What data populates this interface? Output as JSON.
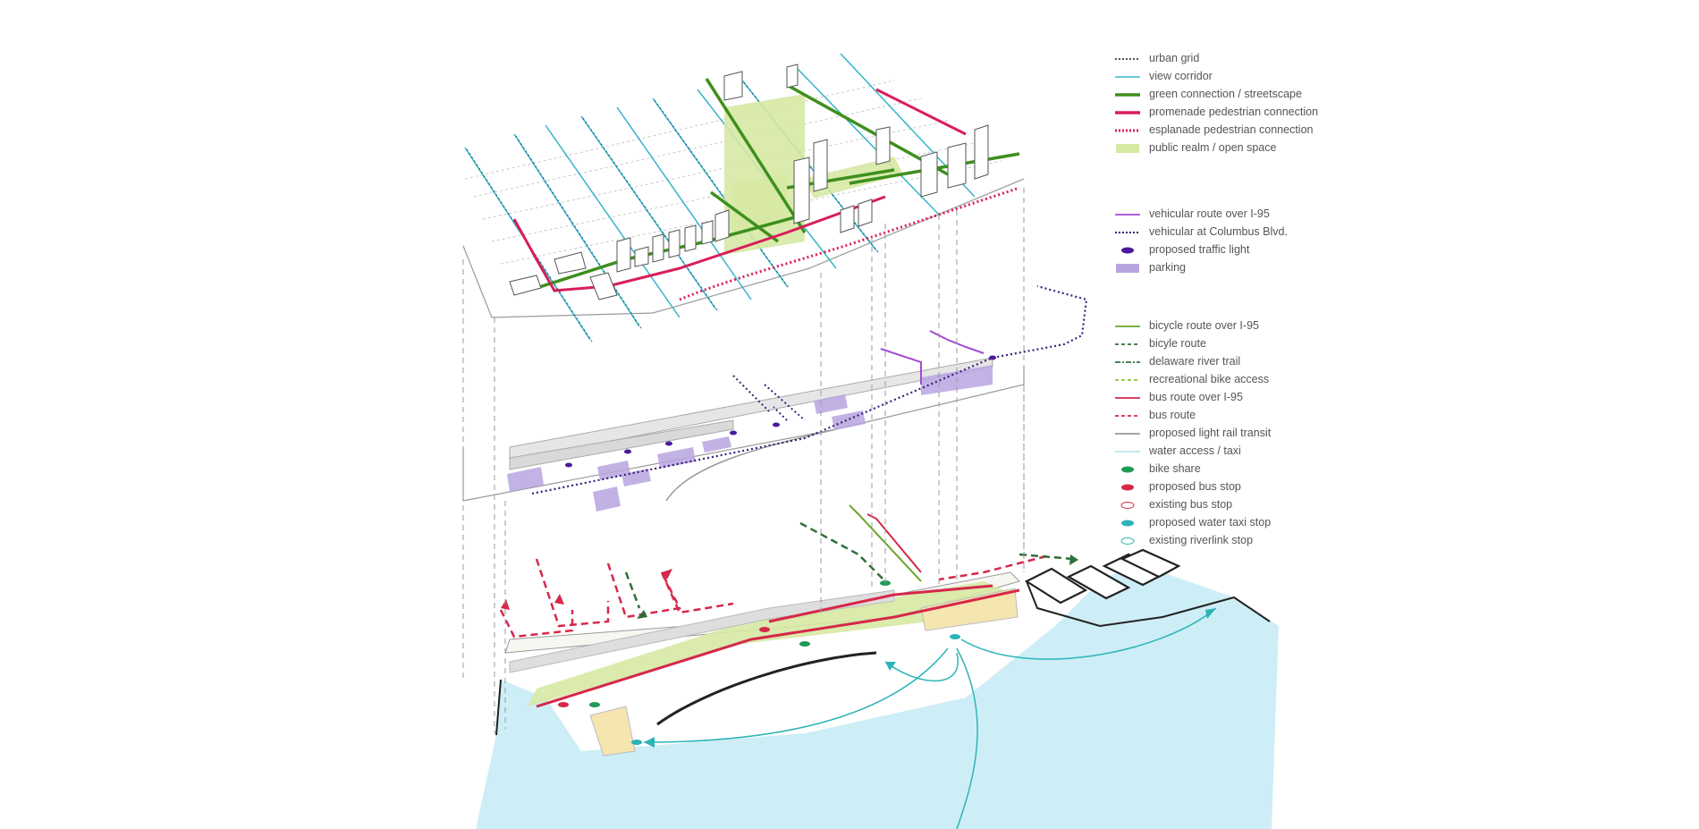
{
  "colors": {
    "water": "#cdeef6",
    "public_realm": "#d6e9a4",
    "parking": "#b8a5e0",
    "green": "#3f8f1e",
    "promenade": "#d81e5a",
    "view_corridor": "#33b5c9",
    "vehicular_route": "#a34bd0",
    "vehicular_dotted": "#3b1d7a",
    "traffic_light": "#4a1a9a",
    "bike_share": "#1f9a56",
    "bus_red": "#d6284a",
    "taxi": "#2bb4b8",
    "outline": "#9a9a9a",
    "dark_green_dash": "#2f6e3a",
    "light_green_dash": "#8fc13a",
    "gray_rail": "#8a8a8a"
  },
  "legend": {
    "groups": [
      {
        "items": [
          {
            "label": "urban grid",
            "swatch": "dotted-gray"
          },
          {
            "label": "view corridor",
            "swatch": "line-cyan"
          },
          {
            "label": "green connection / streetscape",
            "swatch": "line-green-thick"
          },
          {
            "label": "promenade pedestrian connection",
            "swatch": "line-red-thick"
          },
          {
            "label": "esplanade pedestrian connection",
            "swatch": "dotted-red"
          },
          {
            "label": "public realm / open space",
            "swatch": "fill-lightgreen"
          }
        ]
      },
      {
        "items": [
          {
            "label": "vehicular route over I-95",
            "swatch": "line-purple"
          },
          {
            "label": "vehicular at Columbus Blvd.",
            "swatch": "dotted-darkpurple"
          },
          {
            "label": "proposed traffic light",
            "swatch": "ellipse-purple"
          },
          {
            "label": "parking",
            "swatch": "fill-lavender"
          }
        ]
      },
      {
        "items": [
          {
            "label": "bicycle route over I-95",
            "swatch": "line-lightgreen"
          },
          {
            "label": "bicyle route",
            "swatch": "dash-darkgreen"
          },
          {
            "label": "delaware river trail",
            "swatch": "dashdot-darkgreen"
          },
          {
            "label": "recreational bike access",
            "swatch": "dash-yellowgreen"
          },
          {
            "label": "bus route over I-95",
            "swatch": "line-red"
          },
          {
            "label": "bus route",
            "swatch": "dash-red"
          },
          {
            "label": "proposed light rail transit",
            "swatch": "line-gray"
          },
          {
            "label": "water access / taxi",
            "swatch": "line-lightcyan"
          },
          {
            "label": "bike share",
            "swatch": "ellipse-green"
          },
          {
            "label": "proposed bus stop",
            "swatch": "ellipse-red"
          },
          {
            "label": "existing bus stop",
            "swatch": "ellipse-outline-red"
          },
          {
            "label": "proposed water taxi stop",
            "swatch": "ellipse-teal"
          },
          {
            "label": "existing riverlink stop",
            "swatch": "ellipse-outline-teal"
          }
        ]
      }
    ]
  }
}
